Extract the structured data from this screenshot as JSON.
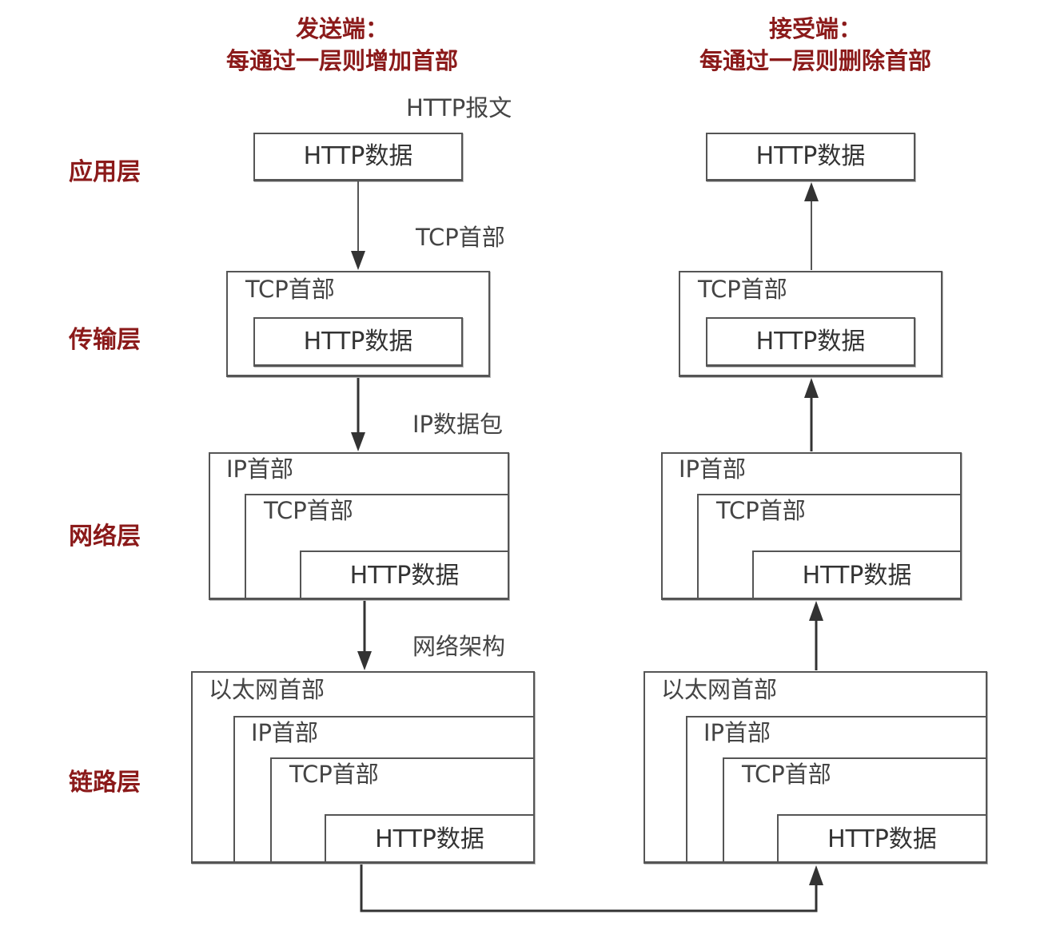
{
  "headings": {
    "sender_line1": "发送端：",
    "sender_line2": "每通过一层则增加首部",
    "receiver_line1": "接受端：",
    "receiver_line2": "每通过一层则删除首部"
  },
  "layers": {
    "application": "应用层",
    "transport": "传输层",
    "network": "网络层",
    "link": "链路层"
  },
  "transit_labels": {
    "http_message": "HTTP报文",
    "tcp_header": "TCP首部",
    "ip_packet": "IP数据包",
    "network_frame": "网络架构"
  },
  "headers": {
    "ethernet": "以太网首部",
    "ip": "IP首部",
    "tcp": "TCP首部",
    "http_data": "HTTP数据"
  }
}
